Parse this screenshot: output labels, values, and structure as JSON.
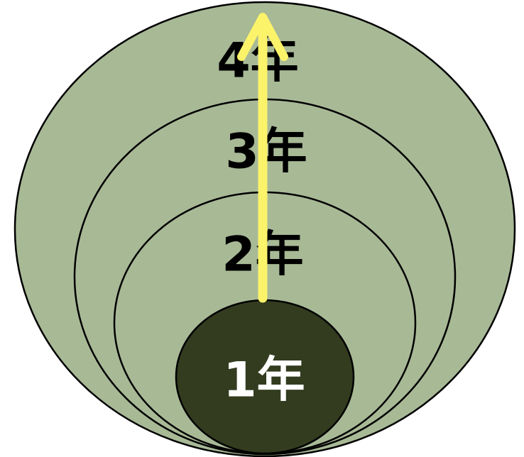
{
  "colors": {
    "background": "#ffffff",
    "ring_fill": "#a8b996",
    "ring_stroke": "#000000",
    "core_fill": "#333c1f",
    "arrow": "#fbf36a",
    "label_dark": "#000000",
    "label_light": "#ffffff"
  },
  "rings": [
    {
      "label": "4年"
    },
    {
      "label": "3年"
    },
    {
      "label": "2年"
    },
    {
      "label": "1年"
    }
  ]
}
